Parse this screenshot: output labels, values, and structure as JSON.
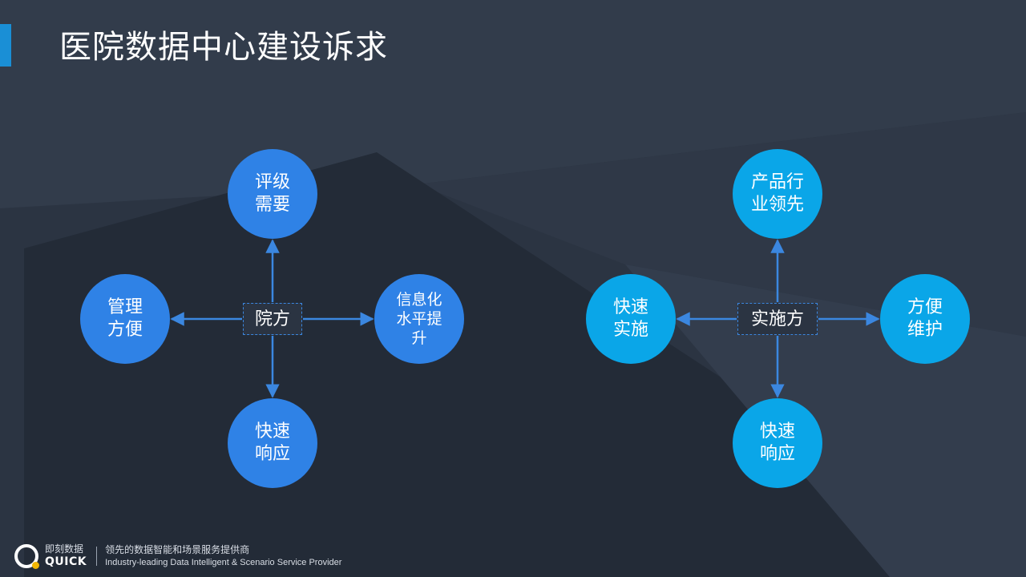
{
  "title": "医院数据中心建设诉求",
  "theme": {
    "background": "#2b3442",
    "accent_bar": "#1a8fd6",
    "node_blue": "#2f82e6",
    "node_cyan": "#0aa6e8",
    "arrow": "#3b87e0"
  },
  "diagrams": [
    {
      "center": "院方",
      "color": "#2f82e6",
      "top": "评级\n需要",
      "right": "信息化\n水平提\n升",
      "bottom": "快速\n响应",
      "left": "管理\n方便"
    },
    {
      "center": "实施方",
      "color": "#0aa6e8",
      "top": "产品行\n业领先",
      "right": "方便\n维护",
      "bottom": "快速\n响应",
      "left": "快速\n实施"
    }
  ],
  "footer": {
    "brand_cn": "即刻数据",
    "brand_en": "QUICK",
    "tagline_cn": "领先的数据智能和场景服务提供商",
    "tagline_en": "Industry-leading Data Intelligent & Scenario Service Provider"
  }
}
